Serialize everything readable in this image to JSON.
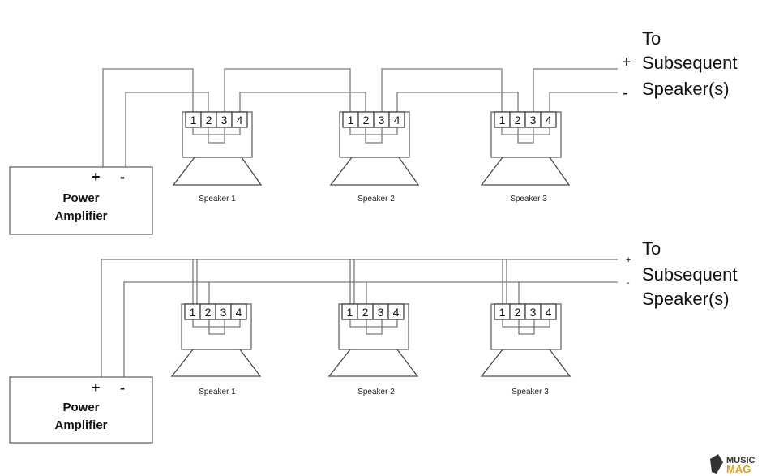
{
  "top_diagram": {
    "amplifier": {
      "plus": "+",
      "minus": "-",
      "line1": "Power",
      "line2": "Amplifier"
    },
    "speakers": [
      "Speaker 1",
      "Speaker 2",
      "Speaker 3"
    ],
    "terminals": [
      "1",
      "2",
      "3",
      "4"
    ],
    "output_plus": "+",
    "output_minus": "-",
    "note": [
      "To",
      "Subsequent",
      "Speaker(s)"
    ]
  },
  "bottom_diagram": {
    "amplifier": {
      "plus": "+",
      "minus": "-",
      "line1": "Power",
      "line2": "Amplifier"
    },
    "speakers": [
      "Speaker 1",
      "Speaker 2",
      "Speaker 3"
    ],
    "terminals": [
      "1",
      "2",
      "3",
      "4"
    ],
    "output_plus": "+",
    "output_minus": "-",
    "note": [
      "To",
      "Subsequent",
      "Speaker(s)"
    ]
  },
  "watermark": {
    "line1": "MUSIC",
    "line2": "MAG"
  }
}
